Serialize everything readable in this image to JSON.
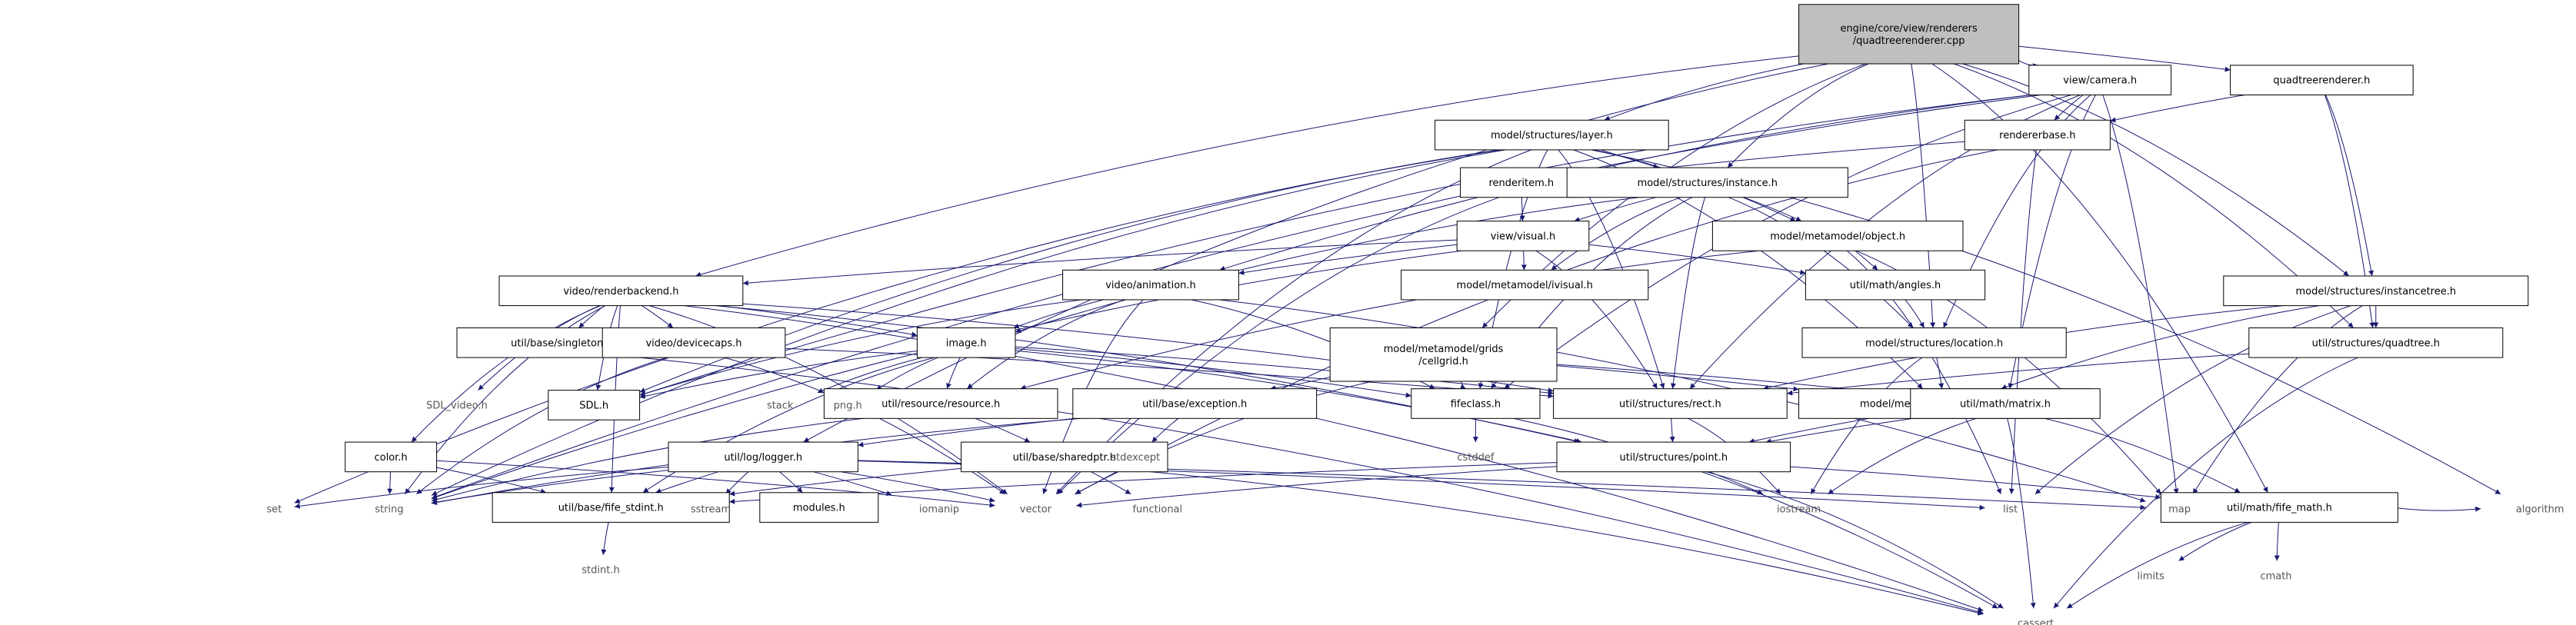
{
  "colors": {
    "root_fill": "#bfbfbf",
    "node_fill": "#ffffff",
    "edge": "#191970"
  },
  "root": {
    "id": "root",
    "lines": [
      "engine/core/view/renderers",
      "/quadtreerenderer.cpp"
    ]
  },
  "nodes": [
    {
      "id": "camera",
      "label": "view/camera.h"
    },
    {
      "id": "qtrend",
      "label": "quadtreerenderer.h"
    },
    {
      "id": "layer",
      "label": "model/structures/layer.h"
    },
    {
      "id": "rbase",
      "label": "rendererbase.h"
    },
    {
      "id": "ritem",
      "label": "renderitem.h"
    },
    {
      "id": "instance",
      "label": "model/structures/instance.h"
    },
    {
      "id": "visual",
      "label": "view/visual.h"
    },
    {
      "id": "object",
      "label": "model/metamodel/object.h"
    },
    {
      "id": "ivisual",
      "label": "model/metamodel/ivisual.h"
    },
    {
      "id": "animation",
      "label": "video/animation.h"
    },
    {
      "id": "angles",
      "label": "util/math/angles.h"
    },
    {
      "id": "rbackend",
      "label": "video/renderbackend.h"
    },
    {
      "id": "instancetree",
      "label": "model/structures/instancetree.h"
    },
    {
      "id": "cellgrid",
      "lines": [
        "model/metamodel/grids",
        "/cellgrid.h"
      ]
    },
    {
      "id": "location",
      "label": "model/structures/location.h"
    },
    {
      "id": "quadtree",
      "label": "util/structures/quadtree.h"
    },
    {
      "id": "singleton",
      "label": "util/base/singleton.h"
    },
    {
      "id": "devcaps",
      "label": "video/devicecaps.h"
    },
    {
      "id": "image",
      "label": "image.h"
    },
    {
      "id": "fifeclass",
      "label": "fifeclass.h"
    },
    {
      "id": "rect",
      "label": "util/structures/rect.h"
    },
    {
      "id": "modelcoords",
      "label": "model/metamodel/modelcoords.h"
    },
    {
      "id": "matrix",
      "label": "util/math/matrix.h"
    },
    {
      "id": "resource",
      "label": "util/resource/resource.h"
    },
    {
      "id": "exception",
      "label": "util/base/exception.h"
    },
    {
      "id": "color",
      "label": "color.h"
    },
    {
      "id": "logger",
      "label": "util/log/logger.h"
    },
    {
      "id": "sharedptr",
      "label": "util/base/sharedptr.h"
    },
    {
      "id": "point",
      "label": "util/structures/point.h"
    },
    {
      "id": "fifestdint",
      "label": "util/base/fife_stdint.h"
    },
    {
      "id": "modules",
      "label": "modules.h"
    },
    {
      "id": "fifemath",
      "label": "util/math/fife_math.h"
    },
    {
      "id": "sdlvideo",
      "label": "SDL_video.h",
      "plain": true
    },
    {
      "id": "sdl",
      "label": "SDL.h"
    },
    {
      "id": "stack",
      "label": "stack",
      "plain": true
    },
    {
      "id": "pngh",
      "label": "png.h",
      "plain": true
    },
    {
      "id": "cstddef",
      "label": "cstddef",
      "plain": true
    },
    {
      "id": "stdexcept",
      "label": "stdexcept",
      "plain": true
    },
    {
      "id": "set",
      "label": "set",
      "plain": true
    },
    {
      "id": "string",
      "label": "string",
      "plain": true
    },
    {
      "id": "sstream",
      "label": "sstream",
      "plain": true
    },
    {
      "id": "iomanip",
      "label": "iomanip",
      "plain": true
    },
    {
      "id": "vector",
      "label": "vector",
      "plain": true
    },
    {
      "id": "functional",
      "label": "functional",
      "plain": true
    },
    {
      "id": "iostream",
      "label": "iostream",
      "plain": true
    },
    {
      "id": "list",
      "label": "list",
      "plain": true
    },
    {
      "id": "map",
      "label": "map",
      "plain": true
    },
    {
      "id": "algorithm",
      "label": "algorithm",
      "plain": true
    },
    {
      "id": "limits",
      "label": "limits",
      "plain": true
    },
    {
      "id": "cmath",
      "label": "cmath",
      "plain": true
    },
    {
      "id": "cassert",
      "label": "cassert",
      "plain": true
    },
    {
      "id": "stdinth",
      "label": "stdint.h",
      "plain": true
    }
  ],
  "edges": [
    [
      "root",
      "camera"
    ],
    [
      "root",
      "qtrend"
    ],
    [
      "root",
      "layer"
    ],
    [
      "root",
      "instance"
    ],
    [
      "root",
      "rbackend"
    ],
    [
      "root",
      "location"
    ],
    [
      "root",
      "instancetree"
    ],
    [
      "root",
      "quadtree"
    ],
    [
      "root",
      "cellgrid"
    ],
    [
      "root",
      "logger"
    ],
    [
      "root",
      "fifemath"
    ],
    [
      "camera",
      "rbase"
    ],
    [
      "camera",
      "animation"
    ],
    [
      "camera",
      "location"
    ],
    [
      "camera",
      "matrix"
    ],
    [
      "camera",
      "rect"
    ],
    [
      "camera",
      "map"
    ],
    [
      "camera",
      "sdl"
    ],
    [
      "camera",
      "string"
    ],
    [
      "camera",
      "fifeclass"
    ],
    [
      "qtrend",
      "rbase"
    ],
    [
      "qtrend",
      "instancetree"
    ],
    [
      "qtrend",
      "quadtree"
    ],
    [
      "layer",
      "instance"
    ],
    [
      "layer",
      "object"
    ],
    [
      "layer",
      "modelcoords"
    ],
    [
      "layer",
      "set"
    ],
    [
      "layer",
      "string"
    ],
    [
      "layer",
      "vector"
    ],
    [
      "layer",
      "algorithm"
    ],
    [
      "layer",
      "rect"
    ],
    [
      "layer",
      "fifeclass"
    ],
    [
      "layer",
      "sdl"
    ],
    [
      "rbase",
      "ritem"
    ],
    [
      "rbase",
      "list"
    ],
    [
      "rbase",
      "vector"
    ],
    [
      "ritem",
      "visual"
    ],
    [
      "ritem",
      "vector"
    ],
    [
      "instance",
      "visual"
    ],
    [
      "instance",
      "object"
    ],
    [
      "instance",
      "ivisual"
    ],
    [
      "instance",
      "location"
    ],
    [
      "instance",
      "fifeclass"
    ],
    [
      "instance",
      "image"
    ],
    [
      "instance",
      "rect"
    ],
    [
      "visual",
      "rbackend"
    ],
    [
      "visual",
      "animation"
    ],
    [
      "visual",
      "ivisual"
    ],
    [
      "visual",
      "angles"
    ],
    [
      "visual",
      "string"
    ],
    [
      "visual",
      "rect"
    ],
    [
      "object",
      "angles"
    ],
    [
      "object",
      "resource"
    ],
    [
      "object",
      "list"
    ],
    [
      "object",
      "map"
    ],
    [
      "animation",
      "image"
    ],
    [
      "animation",
      "resource"
    ],
    [
      "animation",
      "fifeclass"
    ],
    [
      "animation",
      "vector"
    ],
    [
      "animation",
      "map"
    ],
    [
      "animation",
      "sdl"
    ],
    [
      "angles",
      "location"
    ],
    [
      "rbackend",
      "image"
    ],
    [
      "rbackend",
      "singleton"
    ],
    [
      "rbackend",
      "devcaps"
    ],
    [
      "rbackend",
      "color"
    ],
    [
      "rbackend",
      "sdlvideo"
    ],
    [
      "rbackend",
      "sdl"
    ],
    [
      "rbackend",
      "point"
    ],
    [
      "rbackend",
      "rect"
    ],
    [
      "rbackend",
      "string"
    ],
    [
      "rbackend",
      "vector"
    ],
    [
      "rbackend",
      "fifestdint"
    ],
    [
      "rbackend",
      "cassert"
    ],
    [
      "instancetree",
      "quadtree"
    ],
    [
      "instancetree",
      "rect"
    ],
    [
      "instancetree",
      "modelcoords"
    ],
    [
      "instancetree",
      "list"
    ],
    [
      "instancetree",
      "map"
    ],
    [
      "cellgrid",
      "fifeclass"
    ],
    [
      "cellgrid",
      "modelcoords"
    ],
    [
      "cellgrid",
      "vector"
    ],
    [
      "cellgrid",
      "matrix"
    ],
    [
      "cellgrid",
      "exception"
    ],
    [
      "location",
      "modelcoords"
    ],
    [
      "location",
      "iostream"
    ],
    [
      "quadtree",
      "rect"
    ],
    [
      "quadtree",
      "cassert"
    ],
    [
      "singleton",
      "cassert"
    ],
    [
      "devcaps",
      "string"
    ],
    [
      "devcaps",
      "vector"
    ],
    [
      "devcaps",
      "rect"
    ],
    [
      "image",
      "fifeclass"
    ],
    [
      "image",
      "rect"
    ],
    [
      "image",
      "resource"
    ],
    [
      "image",
      "point"
    ],
    [
      "image",
      "stack"
    ],
    [
      "image",
      "pngh"
    ],
    [
      "image",
      "sdl"
    ],
    [
      "image",
      "fifestdint"
    ],
    [
      "fifeclass",
      "cstddef"
    ],
    [
      "fifeclass",
      "cassert"
    ],
    [
      "rect",
      "point"
    ],
    [
      "rect",
      "iostream"
    ],
    [
      "modelcoords",
      "point"
    ],
    [
      "matrix",
      "point"
    ],
    [
      "matrix",
      "fifemath"
    ],
    [
      "matrix",
      "cassert"
    ],
    [
      "matrix",
      "iostream"
    ],
    [
      "resource",
      "sharedptr"
    ],
    [
      "resource",
      "string"
    ],
    [
      "exception",
      "logger"
    ],
    [
      "exception",
      "stdexcept"
    ],
    [
      "exception",
      "string"
    ],
    [
      "color",
      "string"
    ],
    [
      "color",
      "fifestdint"
    ],
    [
      "color",
      "vector"
    ],
    [
      "logger",
      "string"
    ],
    [
      "logger",
      "sstream"
    ],
    [
      "logger",
      "iomanip"
    ],
    [
      "logger",
      "vector"
    ],
    [
      "logger",
      "modules"
    ],
    [
      "logger",
      "fifestdint"
    ],
    [
      "logger",
      "set"
    ],
    [
      "logger",
      "list"
    ],
    [
      "logger",
      "map"
    ],
    [
      "sharedptr",
      "functional"
    ],
    [
      "sharedptr",
      "cassert"
    ],
    [
      "sharedptr",
      "fifestdint"
    ],
    [
      "point",
      "fifestdint"
    ],
    [
      "point",
      "fifemath"
    ],
    [
      "point",
      "iostream"
    ],
    [
      "point",
      "cassert"
    ],
    [
      "point",
      "vector"
    ],
    [
      "fifestdint",
      "stdinth"
    ],
    [
      "fifemath",
      "cassert"
    ],
    [
      "fifemath",
      "limits"
    ],
    [
      "fifemath",
      "cmath"
    ],
    [
      "fifemath",
      "algorithm"
    ]
  ]
}
